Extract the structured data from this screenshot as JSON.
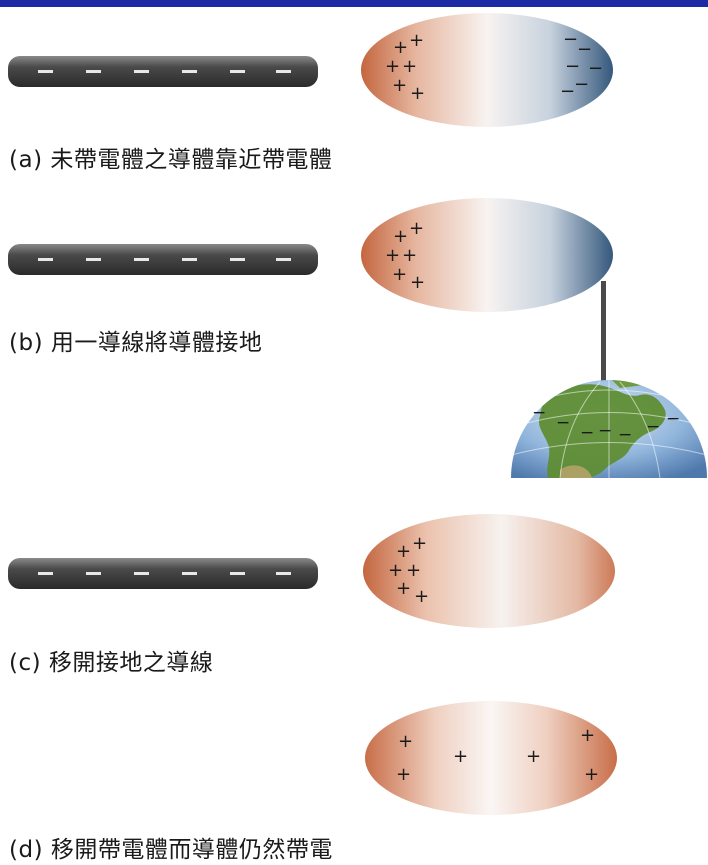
{
  "captions": {
    "a": "(a) 未帶電體之導體靠近帶電體",
    "b": "(b) 用一導線將導體接地",
    "c": "(c) 移開接地之導線",
    "d": "(d) 移開帶電體而導體仍然帶電"
  },
  "symbols": {
    "plus": "+",
    "minus": "−"
  },
  "colors": {
    "header_bar": "#1c2aa6",
    "rod": "#3c3c3c",
    "positive_shade": "#c96a45",
    "negative_shade": "#3d5d7e",
    "earth_ocean": "#6f9fd0",
    "earth_land": "#6d9a3a"
  }
}
